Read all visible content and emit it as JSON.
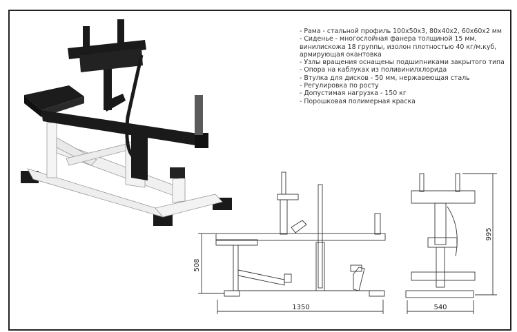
{
  "specs": [
    "- Рама - стальной профиль 100х50х3, 80х40х2, 60х60х2 мм",
    "- Сиденье - многослойная фанера толщиной 15 мм,\nвинилискожа 18 группы, изолон плотностью 40 кг/м.куб,\nармирующая окантовка",
    "- Узлы вращения оснащены подшипниками закрытого типа",
    "- Опора на каблуках из поливинилхлорида",
    "- Втулка для дисков - 50 мм, нержавеющая сталь",
    "- Регулировка по росту",
    "- Допустимая нагрузка - 150 кг",
    "- Порошковая полимерная краска"
  ],
  "dimensions": {
    "side_height": "508",
    "side_length": "1350",
    "front_height": "995",
    "front_width": "540"
  },
  "colors": {
    "frame_white": "#f2f2f2",
    "frame_black": "#1a1a1a",
    "drawing_line": "#333333"
  }
}
